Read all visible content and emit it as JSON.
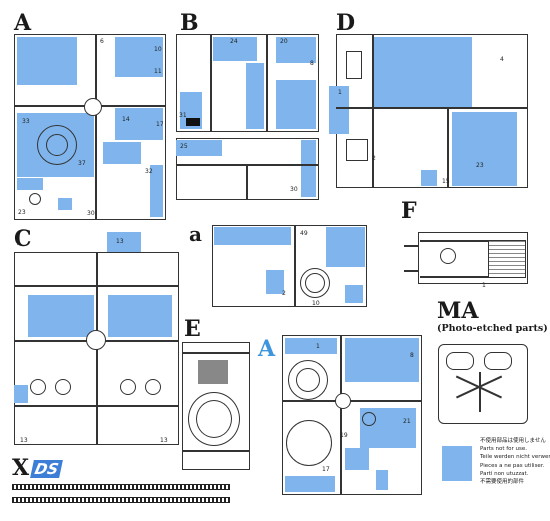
{
  "sprues": {
    "A": "A",
    "B": "B",
    "C": "C",
    "D": "D",
    "E": "E",
    "F": "F",
    "a_small": "a",
    "A_blue": "A",
    "X": "X",
    "MA": "MA"
  },
  "ma_subtitle": "(Photo-etched parts)",
  "ds_logo": "DS",
  "legend": {
    "lines": [
      "不使用部品は使用しません",
      "Parts not for use.",
      "Teile werden nicht verwendet.",
      "Pieces a ne pas utiliser.",
      "Parti non utuzzat.",
      "不需要使用的部件"
    ]
  },
  "colors": {
    "unused_parts": "#7fb5ec",
    "accent_blue": "#3d95de"
  }
}
